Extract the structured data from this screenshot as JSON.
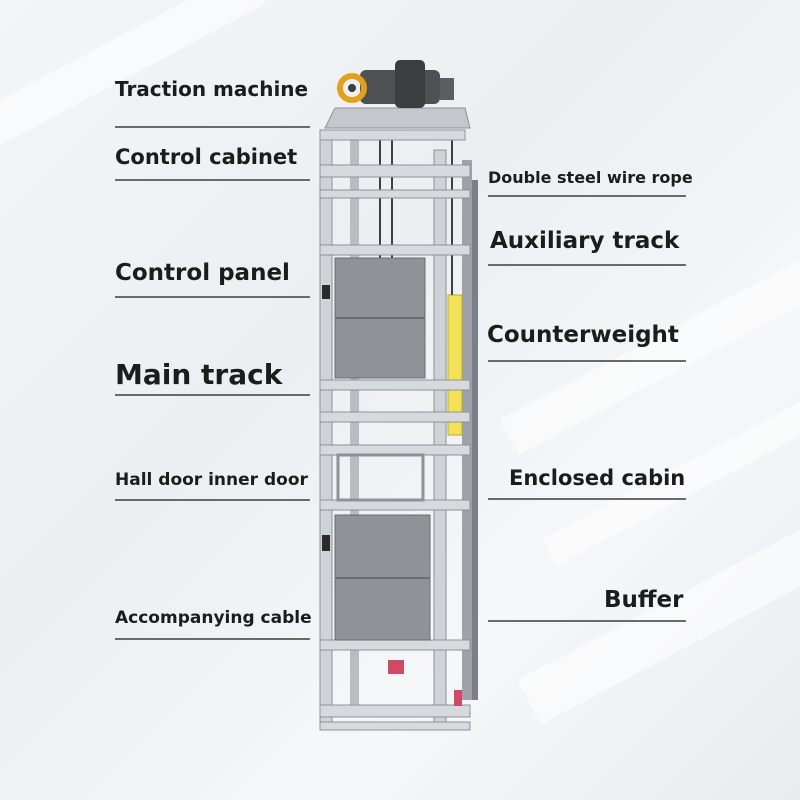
{
  "labels": {
    "traction_machine": "Traction machine",
    "control_cabinet": "Control cabinet",
    "double_steel_wire_rope": "Double steel wire rope",
    "auxiliary_track": "Auxiliary track",
    "control_panel": "Control panel",
    "counterweight": "Counterweight",
    "main_track": "Main track",
    "hall_door_inner_door": "Hall door inner door",
    "enclosed_cabin": "Enclosed cabin",
    "accompanying_cable": "Accompanying cable",
    "buffer": "Buffer"
  },
  "colors": {
    "frame": "#c9ccd1",
    "frame_edge": "#8e9298",
    "cabin": "#8f9297",
    "motor": "#4e5054",
    "pulley": "#e0a21c",
    "counterweight": "#f2e25a",
    "buffer": "#d04a66",
    "label_text": "#1c1c1c",
    "leader_line": "#6a6a6a"
  }
}
